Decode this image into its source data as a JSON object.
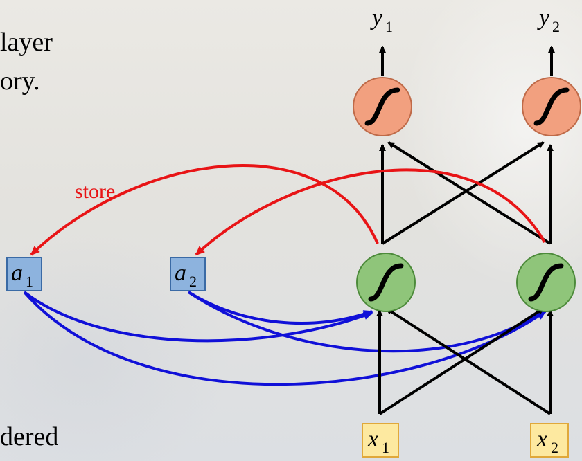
{
  "slide": {
    "text_fragments": [
      "layer",
      "ory.",
      "dered"
    ]
  },
  "diagram": {
    "store_label": "store",
    "outputs": [
      {
        "var": "y",
        "sub": "1"
      },
      {
        "var": "y",
        "sub": "2"
      }
    ],
    "inputs": [
      {
        "var": "x",
        "sub": "1"
      },
      {
        "var": "x",
        "sub": "2"
      }
    ],
    "memory": [
      {
        "var": "a",
        "sub": "1"
      },
      {
        "var": "a",
        "sub": "2"
      }
    ],
    "colors": {
      "store_arrow": "#e81416",
      "memory_arrow": "#1010d8",
      "output_neuron": "#f2a07f",
      "hidden_neuron": "#8fc57a",
      "memory_cell": "#8db3de",
      "input_box": "#fde9a0",
      "input_border": "#e0a83a"
    }
  }
}
